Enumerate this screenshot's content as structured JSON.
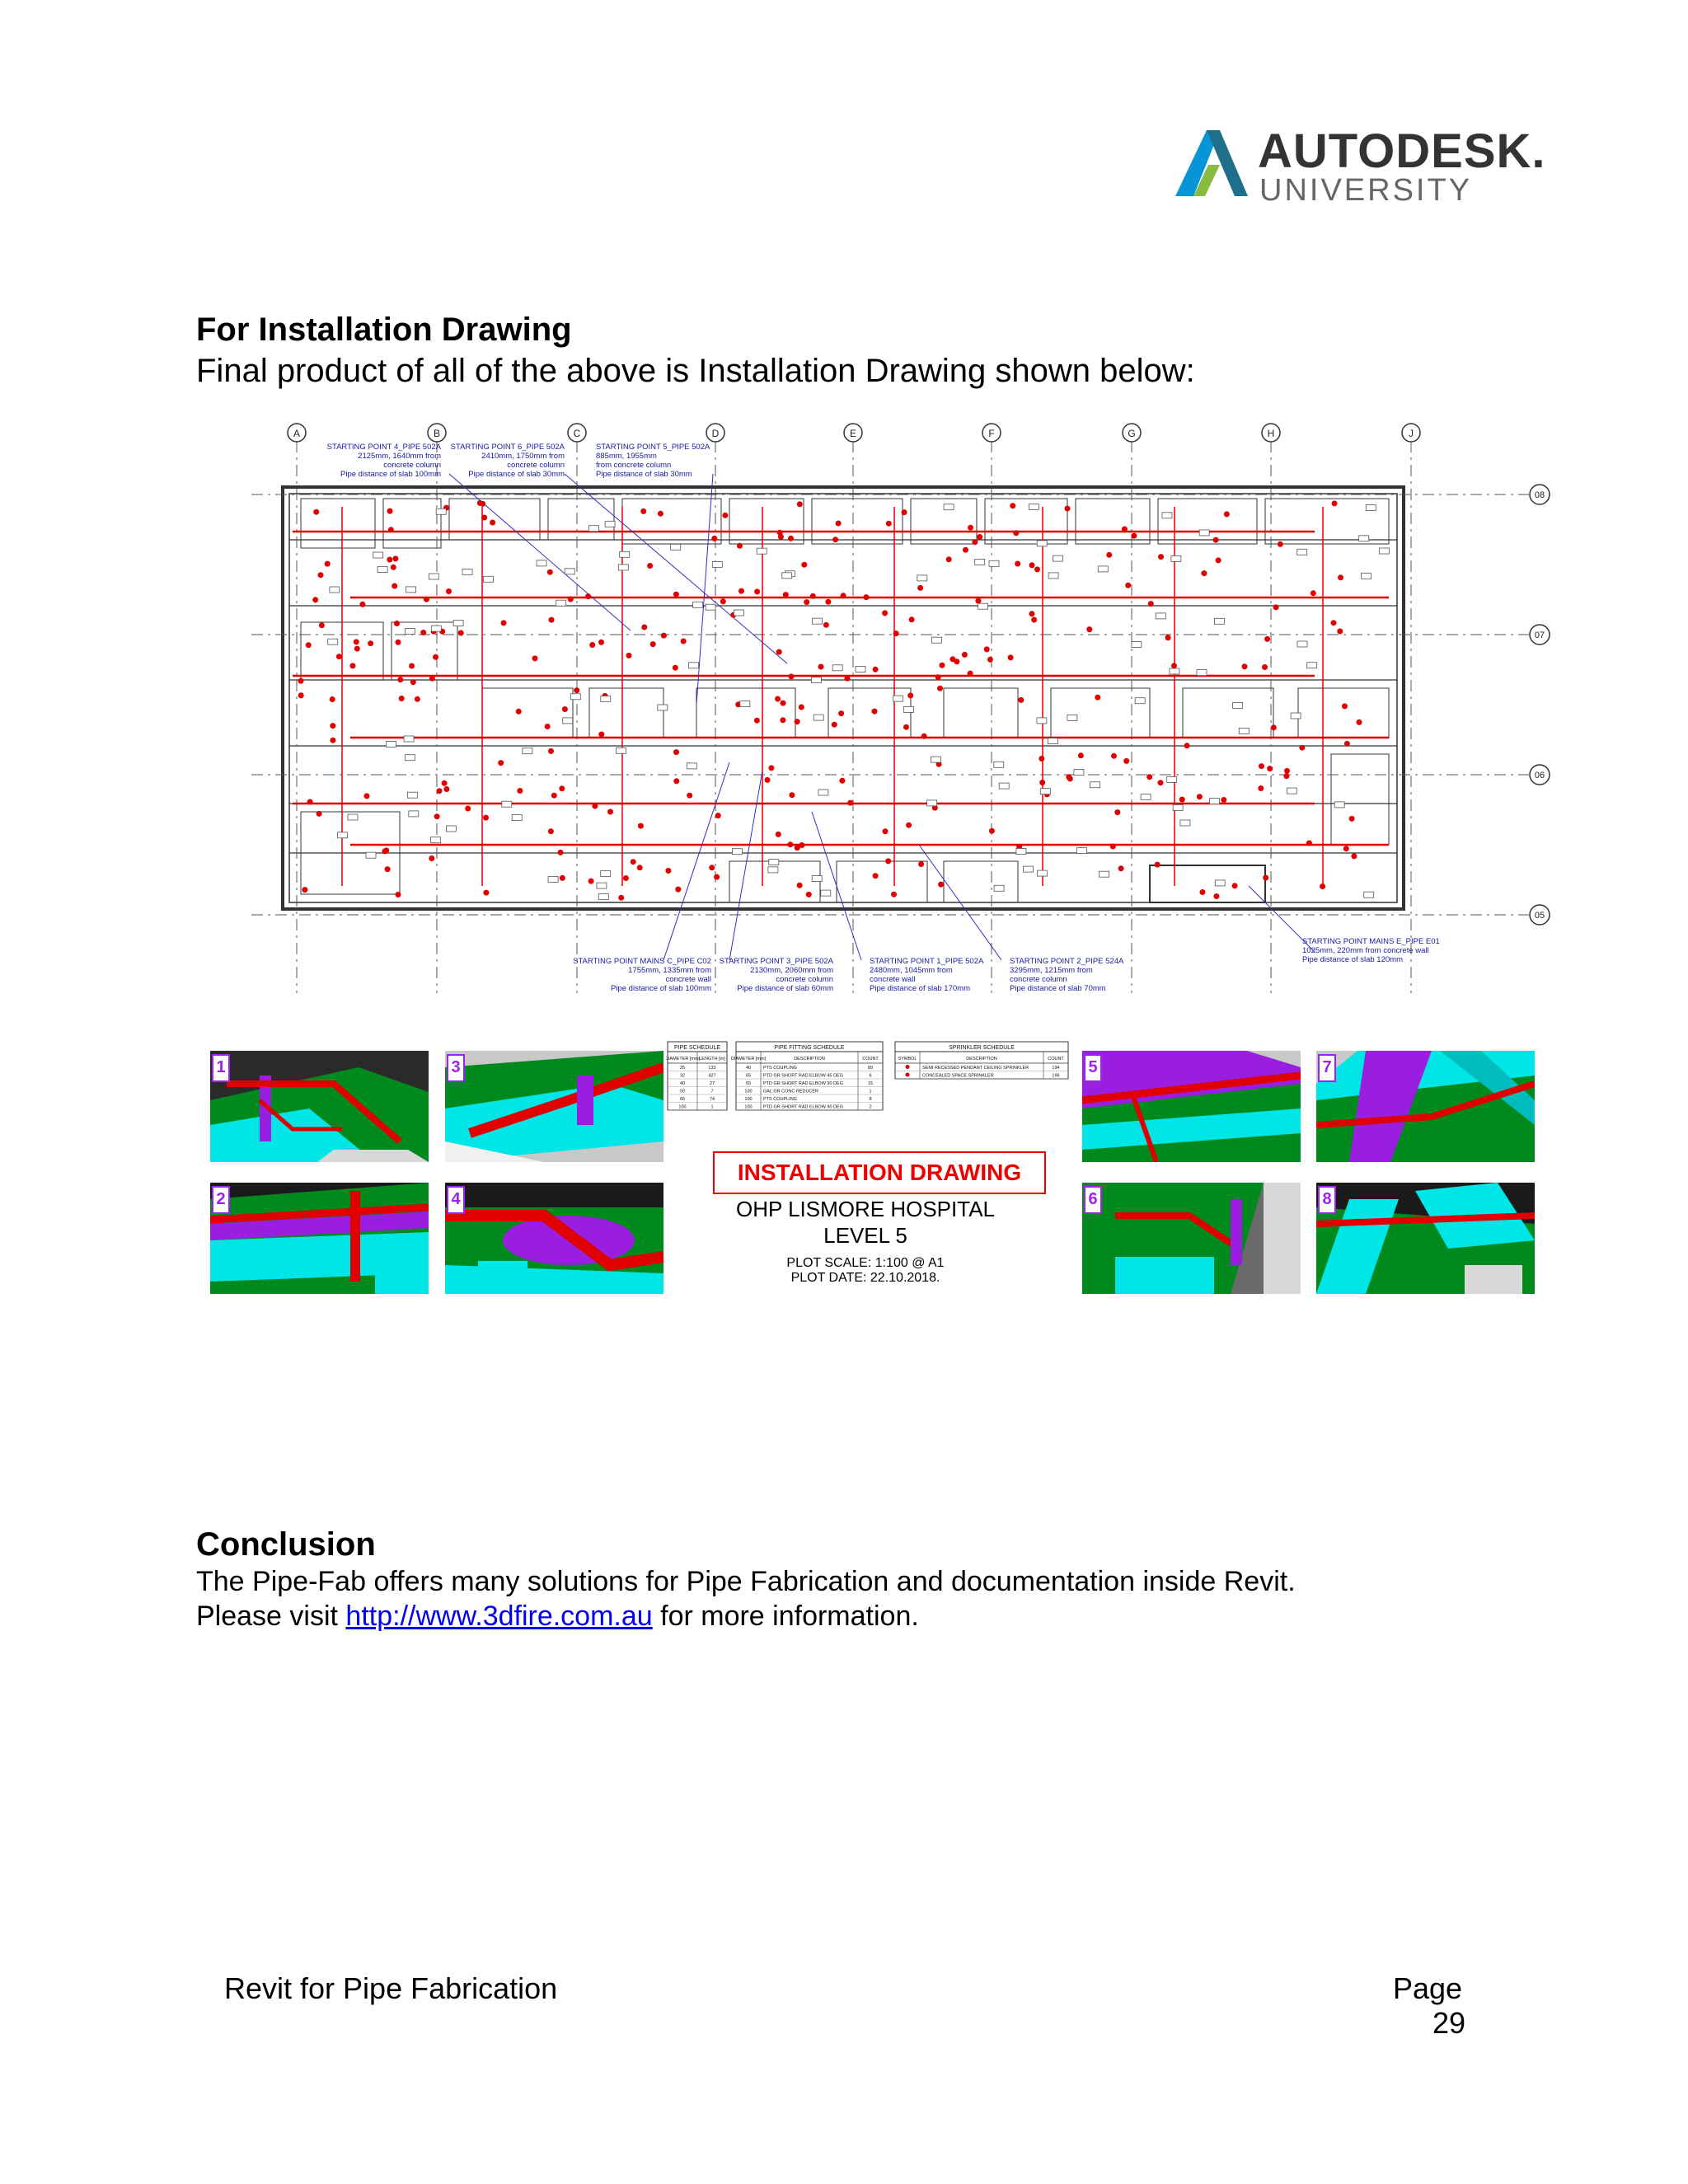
{
  "logo": {
    "word": "AUTODESK.",
    "sub": "UNIVERSITY"
  },
  "section1": {
    "heading": "For Installation Drawing",
    "intro": "Final product of all of the above is Installation Drawing shown below:"
  },
  "drawing": {
    "grid_columns": [
      "A",
      "B",
      "C",
      "D",
      "E",
      "F",
      "G",
      "H",
      "J"
    ],
    "grid_rows": [
      "08",
      "07",
      "06",
      "05"
    ],
    "notes_top": [
      {
        "l1": "STARTING POINT 4_PIPE 502A",
        "l2": "2125mm, 1640mm from",
        "l3": "concrete column",
        "l4": "Pipe distance of slab 100mm"
      },
      {
        "l1": "STARTING POINT 6_PIPE 502A",
        "l2": "2410mm, 1750mm from",
        "l3": "concrete column",
        "l4": "Pipe distance of slab 30mm"
      },
      {
        "l1": "STARTING POINT 5_PIPE 502A",
        "l2": "885mm, 1955mm",
        "l3": "from concrete column",
        "l4": "Pipe distance of slab 30mm"
      }
    ],
    "notes_bottom": [
      {
        "l1": "STARTING POINT MAINS C_PIPE C02",
        "l2": "1755mm, 1335mm from",
        "l3": "concrete wall",
        "l4": "Pipe distance of slab 100mm"
      },
      {
        "l1": "STARTING POINT 3_PIPE 502A",
        "l2": "2130mm, 2060mm from",
        "l3": "concrete column",
        "l4": "Pipe distance of slab 60mm"
      },
      {
        "l1": "STARTING POINT 1_PIPE 502A",
        "l2": "2480mm, 1045mm from",
        "l3": "concrete wall",
        "l4": "Pipe distance of slab 170mm"
      },
      {
        "l1": "STARTING POINT 2_PIPE 524A",
        "l2": "3295mm, 1215mm from",
        "l3": "concrete column",
        "l4": "Pipe distance of slab 70mm"
      }
    ],
    "note_right": {
      "l1": "STARTING POINT MAINS E_PIPE E01",
      "l2": "1025mm, 220mm from concrete wall",
      "l3": "Pipe distance of slab 120mm"
    }
  },
  "schedules": {
    "pipe": {
      "title": "PIPE SCHEDULE",
      "headers": [
        "DIAMETER [mm]",
        "LENGTH [m]"
      ],
      "rows": [
        [
          "25",
          "133"
        ],
        [
          "32",
          "427"
        ],
        [
          "40",
          "27"
        ],
        [
          "50",
          "7"
        ],
        [
          "65",
          "74"
        ],
        [
          "100",
          "1"
        ]
      ]
    },
    "fitting": {
      "title": "PIPE FITTING SCHEDULE",
      "headers": [
        "DIAMETER [mm]",
        "DESCRIPTION",
        "COUNT"
      ],
      "rows": [
        [
          "40",
          "PTS COUPLING",
          "89"
        ],
        [
          "65",
          "PTD GR SHORT RAD ELBOW 45 DEG",
          "6"
        ],
        [
          "65",
          "PTD GR SHORT RAD ELBOW 90 DEG",
          "15"
        ],
        [
          "100",
          "GAL GR CONC REDUCER",
          "1"
        ],
        [
          "100",
          "PTS COUPLING",
          "8"
        ],
        [
          "100",
          "PTD GR SHORT RAD ELBOW 90 DEG",
          "2"
        ]
      ]
    },
    "sprinkler": {
      "title": "SPRINKLER SCHEDULE",
      "headers": [
        "SYMBOL",
        "DESCRIPTION",
        "COUNT"
      ],
      "rows": [
        [
          "",
          "SEMI RECESSED PENDANT CEILING SPRINKLER",
          "194"
        ],
        [
          "",
          "CONCEALED SPACE SPRINKLER",
          "196"
        ]
      ]
    }
  },
  "title_block": {
    "title": "INSTALLATION DRAWING",
    "project": "OHP LISMORE HOSPITAL",
    "level": "LEVEL 5",
    "scale": "PLOT SCALE: 1:100 @ A1",
    "date": "PLOT DATE: 22.10.2018."
  },
  "thumbs": [
    "1",
    "2",
    "3",
    "4",
    "5",
    "6",
    "7",
    "8"
  ],
  "conclusion": {
    "heading": "Conclusion",
    "line1": "The Pipe-Fab offers many solutions for Pipe Fabrication and documentation inside Revit.",
    "line2_pre": "Please visit ",
    "link": "http://www.3dfire.com.au",
    "line2_post": " for more information."
  },
  "footer": {
    "left": "Revit for Pipe Fabrication",
    "right1": "Page",
    "right2": "29"
  },
  "colors": {
    "sprinkler": "#e00000",
    "pipe": "#e00000",
    "bim_cyan": "#00e5e5",
    "bim_purple": "#9a1ee0",
    "bim_green": "#008a1e",
    "link": "#0000ee"
  }
}
